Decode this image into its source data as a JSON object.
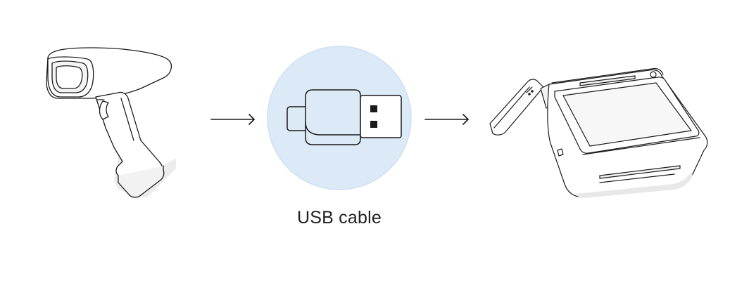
{
  "diagram": {
    "caption": "USB cable",
    "nodes": [
      {
        "name": "barcode-scanner",
        "icon": "barcode-scanner-icon"
      },
      {
        "name": "usb-cable",
        "icon": "usb-connector-icon"
      },
      {
        "name": "pos-terminal",
        "icon": "pos-terminal-icon"
      }
    ],
    "colors": {
      "usb_circle_fill": "#dce9f6",
      "usb_circle_stroke": "#c7ddf1",
      "line": "#1a1a1a",
      "device_shadow": "#e6e6e6"
    }
  }
}
